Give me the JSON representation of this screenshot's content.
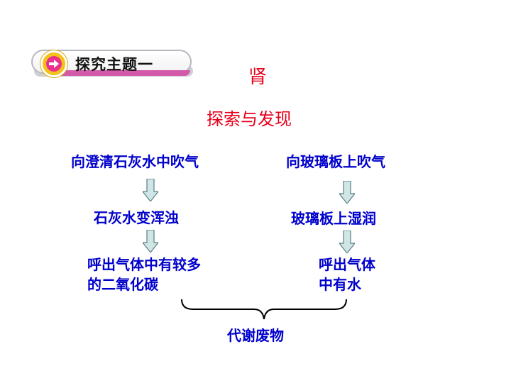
{
  "header": {
    "badge_label": "探究主题一",
    "icon": "arrow-right-icon",
    "colors": {
      "accent": "#e8308c",
      "circle": "#f3c21a",
      "underline": "#d25aa8"
    }
  },
  "title": "肾",
  "subtitle": "探索与发现",
  "left_column": {
    "step1": "向澄清石灰水中吹气",
    "step2": "石灰水变浑浊",
    "step3_line1": "呼出气体中有较多",
    "step3_line2": "的二氧化碳"
  },
  "right_column": {
    "step1": "向玻璃板上吹气",
    "step2": "玻璃板上湿润",
    "step3_line1": "呼出气体",
    "step3_line2": "中有水"
  },
  "conclusion": "代谢废物",
  "colors": {
    "text_blue": "#0000cc",
    "title_red": "#e8001c",
    "arrow_fill": "#cfe6e4",
    "arrow_stroke": "#5b7f86"
  }
}
